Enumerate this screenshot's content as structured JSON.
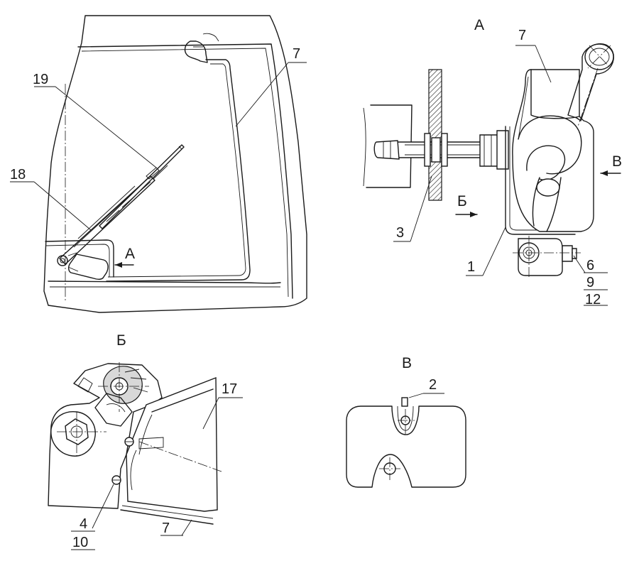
{
  "views": {
    "main": {
      "arrow_label": "А"
    },
    "A": {
      "title": "А",
      "arrow_b_label": "Б",
      "arrow_v_label": "В"
    },
    "B": {
      "title": "Б"
    },
    "V": {
      "title": "В"
    }
  },
  "callouts": {
    "main_19": "19",
    "main_18": "18",
    "main_7": "7",
    "A_7": "7",
    "A_3": "3",
    "A_1": "1",
    "A_6": "6",
    "A_9": "9",
    "A_12": "12",
    "B_17": "17",
    "B_4": "4",
    "B_10": "10",
    "B_7": "7",
    "V_2": "2"
  }
}
